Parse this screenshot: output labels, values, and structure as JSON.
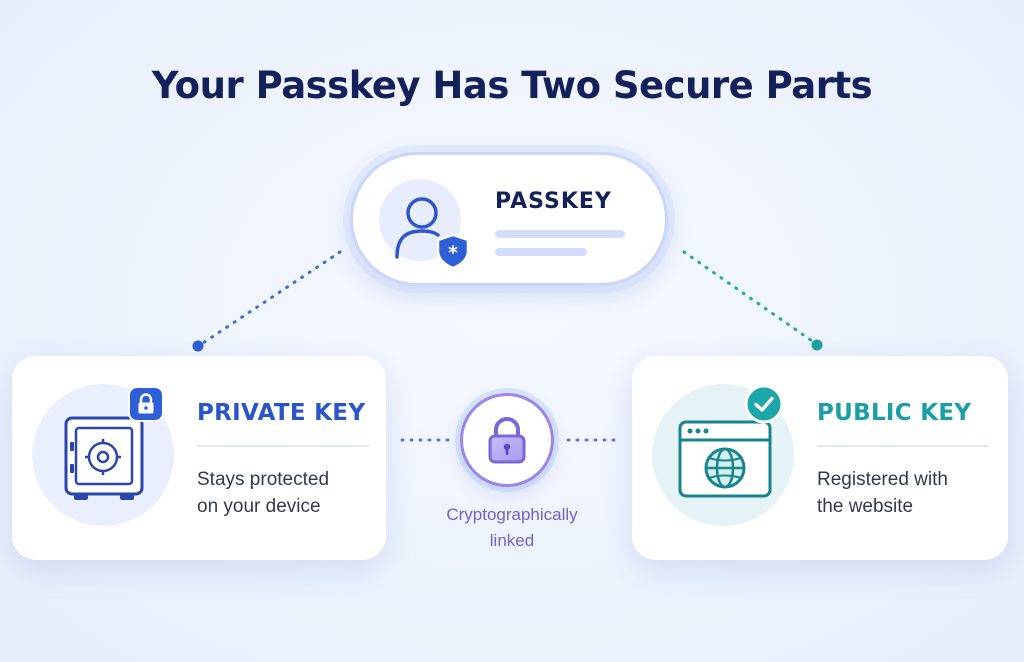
{
  "title": "Your Passkey Has Two Secure Parts",
  "passkey": {
    "label": "PASSKEY"
  },
  "private_key": {
    "title": "PRIVATE KEY",
    "line1": "Stays protected",
    "line2": "on your device"
  },
  "public_key": {
    "title": "PUBLIC KEY",
    "line1": "Registered with",
    "line2": "the website"
  },
  "link": {
    "line1": "Cryptographically",
    "line2": "linked"
  },
  "colors": {
    "title": "#14205a",
    "private_accent": "#2a55c9",
    "public_accent": "#1a9fa6",
    "link_accent": "#7360d0"
  },
  "icons": {
    "passkey": "user-shield-icon",
    "private_key": "safe-icon",
    "private_badge": "lock-badge-icon",
    "public_key": "browser-globe-icon",
    "public_badge": "check-badge-icon",
    "link": "padlock-icon"
  }
}
